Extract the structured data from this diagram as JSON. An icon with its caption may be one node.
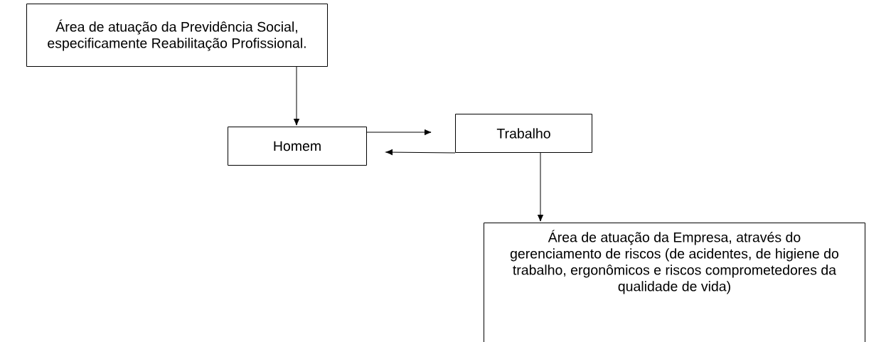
{
  "diagram": {
    "nodes": [
      {
        "text": [
          "Área de atuação da Previdência Social, especificamente Reabilitação Profissional."
        ]
      },
      {
        "text": [
          "Homem"
        ]
      },
      {
        "text": [
          "Trabalho"
        ]
      },
      {
        "text": [
          "Área de atuação da Empresa, através do gerenciamento de riscos (de acidentes, de higiene do trabalho, ergonômicos e riscos comprometedores da qualidade de vida)"
        ]
      }
    ],
    "edges": [
      {
        "from": 0,
        "to": 1,
        "arrow": "to"
      },
      {
        "from": 1,
        "to": 2,
        "arrow": "to"
      },
      {
        "from": 2,
        "to": 1,
        "arrow": "to"
      },
      {
        "from": 2,
        "to": 3,
        "arrow": "to"
      }
    ]
  }
}
